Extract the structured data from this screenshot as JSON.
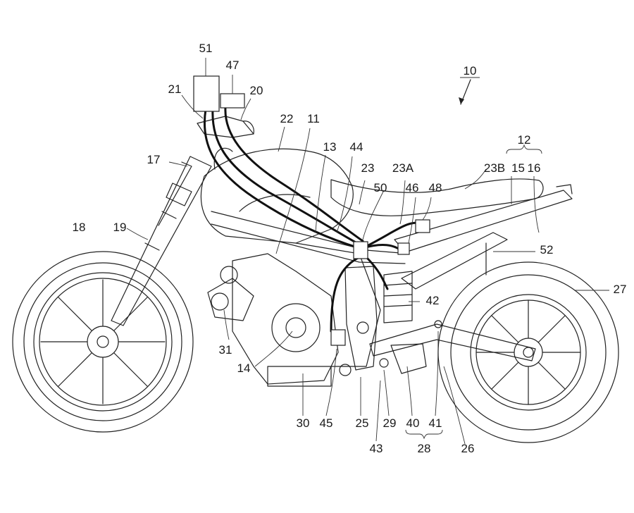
{
  "figure": {
    "title": "Motorcycle side view patent drawing",
    "reference_numeral": "10",
    "labels": [
      {
        "id": "51",
        "text": "51"
      },
      {
        "id": "47",
        "text": "47"
      },
      {
        "id": "21",
        "text": "21"
      },
      {
        "id": "20",
        "text": "20"
      },
      {
        "id": "22",
        "text": "22"
      },
      {
        "id": "11",
        "text": "11"
      },
      {
        "id": "12",
        "text": "12"
      },
      {
        "id": "17",
        "text": "17"
      },
      {
        "id": "13",
        "text": "13"
      },
      {
        "id": "44",
        "text": "44"
      },
      {
        "id": "23",
        "text": "23"
      },
      {
        "id": "23A",
        "text": "23A"
      },
      {
        "id": "23B",
        "text": "23B"
      },
      {
        "id": "15",
        "text": "15"
      },
      {
        "id": "16",
        "text": "16"
      },
      {
        "id": "50",
        "text": "50"
      },
      {
        "id": "46",
        "text": "46"
      },
      {
        "id": "48",
        "text": "48"
      },
      {
        "id": "18",
        "text": "18"
      },
      {
        "id": "19",
        "text": "19"
      },
      {
        "id": "52",
        "text": "52"
      },
      {
        "id": "27",
        "text": "27"
      },
      {
        "id": "42",
        "text": "42"
      },
      {
        "id": "31",
        "text": "31"
      },
      {
        "id": "14",
        "text": "14"
      },
      {
        "id": "30",
        "text": "30"
      },
      {
        "id": "45",
        "text": "45"
      },
      {
        "id": "25",
        "text": "25"
      },
      {
        "id": "29",
        "text": "29"
      },
      {
        "id": "40",
        "text": "40"
      },
      {
        "id": "41",
        "text": "41"
      },
      {
        "id": "43",
        "text": "43"
      },
      {
        "id": "28",
        "text": "28"
      },
      {
        "id": "26",
        "text": "26"
      }
    ]
  }
}
